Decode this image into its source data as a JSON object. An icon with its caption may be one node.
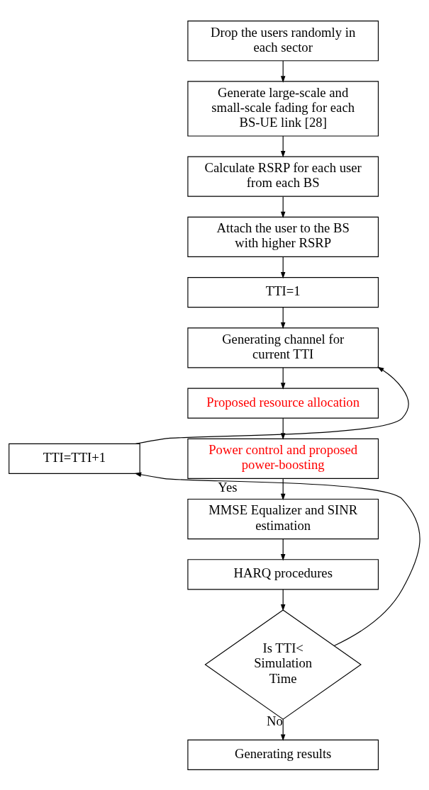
{
  "diagram": {
    "nodes": [
      {
        "text": [
          "Drop the users randomly in each sector"
        ]
      },
      {
        "text": [
          "Generate large-scale and small-scale fading for each BS-UE link [28]"
        ]
      },
      {
        "text": [
          "Calculate RSRP for each user from each BS"
        ]
      },
      {
        "text": [
          "Attach the user to the BS with higher RSRP"
        ]
      },
      {
        "text": [
          "TTI=1"
        ]
      },
      {
        "text": [
          "Generating channel for current TTI"
        ]
      },
      {
        "text": [
          "Proposed resource allocation"
        ]
      },
      {
        "text": [
          "Power control and proposed power-boosting"
        ]
      },
      {
        "text": [
          "MMSE Equalizer and SINR estimation"
        ]
      },
      {
        "text": [
          "HARQ procedures"
        ]
      },
      {
        "text": [
          "Is TTI< Simulation Time"
        ]
      },
      {
        "text": [
          "TTI=TTI+1"
        ]
      },
      {
        "text": [
          "Generating results"
        ]
      }
    ],
    "edges": [
      {
        "from": 0,
        "to": 1,
        "arrow": "to"
      },
      {
        "from": 1,
        "to": 2,
        "arrow": "to"
      },
      {
        "from": 2,
        "to": 3,
        "arrow": "to"
      },
      {
        "from": 3,
        "to": 4,
        "arrow": "to"
      },
      {
        "from": 4,
        "to": 5,
        "arrow": "to"
      },
      {
        "from": 5,
        "to": 6,
        "arrow": "to"
      },
      {
        "from": 6,
        "to": 7,
        "arrow": "to"
      },
      {
        "from": 7,
        "to": 8,
        "arrow": "to"
      },
      {
        "from": 8,
        "to": 9,
        "arrow": "to"
      },
      {
        "from": 9,
        "to": 10,
        "arrow": "to"
      },
      {
        "from": 10,
        "to": 11,
        "arrow": "to",
        "label": "Yes"
      },
      {
        "from": 11,
        "to": 5,
        "arrow": "to"
      },
      {
        "from": 10,
        "to": 12,
        "arrow": "to",
        "label": "No"
      }
    ]
  }
}
